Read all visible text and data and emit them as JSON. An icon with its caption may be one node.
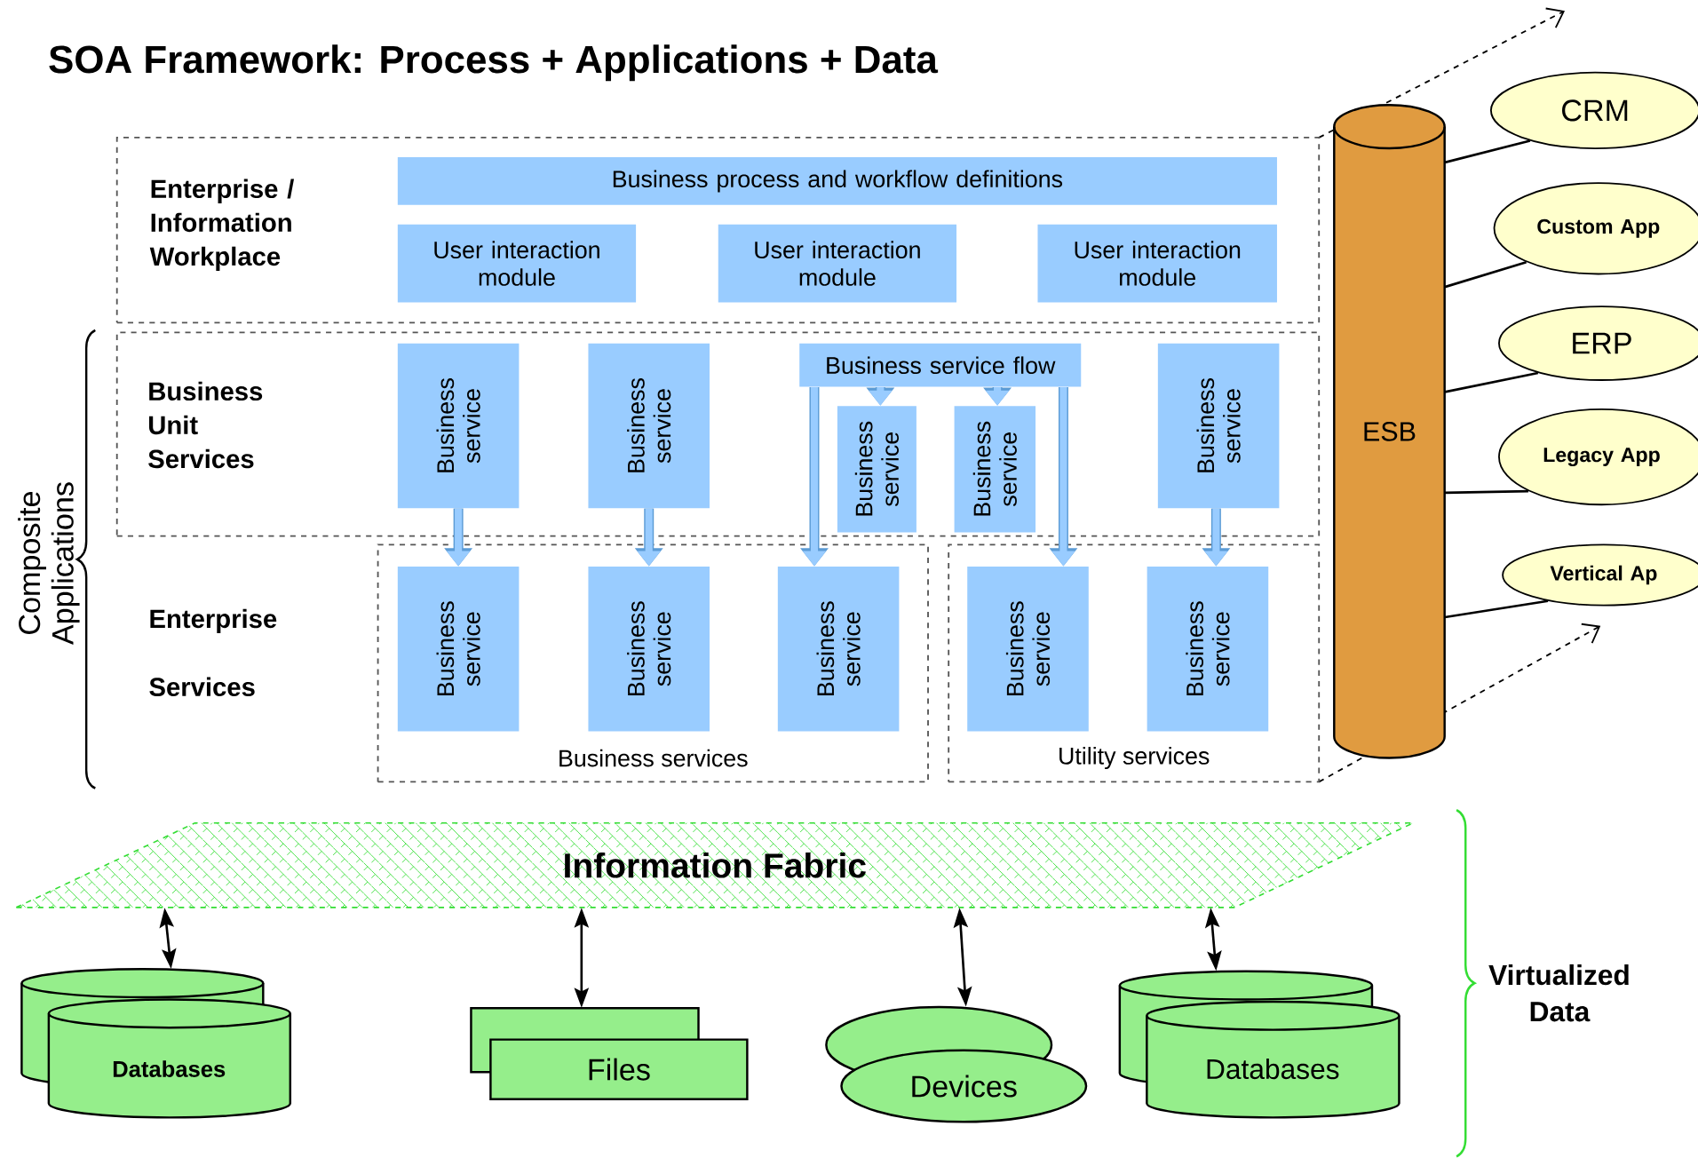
{
  "diagram": {
    "title": "SOA Framework: Process + Applications + Data",
    "nodes": [
      {
        "text": [
          "Enterprise / Information Workplace"
        ]
      },
      {
        "text": [
          "Business process and workflow definitions"
        ],
        "in": 0
      },
      {
        "text": [
          "User interaction module"
        ],
        "in": 0
      },
      {
        "text": [
          "User interaction module"
        ],
        "in": 0
      },
      {
        "text": [
          "User interaction module"
        ],
        "in": 0
      },
      {
        "text": [
          "Business Unit Services"
        ]
      },
      {
        "text": [
          "Business service"
        ],
        "in": 5
      },
      {
        "text": [
          "Business service"
        ],
        "in": 5
      },
      {
        "text": [
          "Business service flow"
        ],
        "in": 5
      },
      {
        "text": [
          "Business service"
        ],
        "in": 5
      },
      {
        "text": [
          "Business service"
        ],
        "in": 5
      },
      {
        "text": [
          "Business service"
        ],
        "in": 5
      },
      {
        "text": [
          "Business services"
        ]
      },
      {
        "text": [
          "Business service"
        ],
        "in": 12
      },
      {
        "text": [
          "Business service"
        ],
        "in": 12
      },
      {
        "text": [
          "Business service"
        ],
        "in": 12
      },
      {
        "text": [
          "Utility services"
        ]
      },
      {
        "text": [
          "Business service"
        ],
        "in": 16
      },
      {
        "text": [
          "Business service"
        ],
        "in": 16
      },
      {
        "text": [
          "ESB"
        ]
      },
      {
        "text": [
          "CRM"
        ]
      },
      {
        "text": [
          "Custom App"
        ]
      },
      {
        "text": [
          "ERP"
        ]
      },
      {
        "text": [
          "Legacy App"
        ]
      },
      {
        "text": [
          "Vertical Ap"
        ]
      },
      {
        "text": [
          "Information Fabric"
        ]
      },
      {
        "text": [
          "Databases"
        ]
      },
      {
        "text": [
          "Files"
        ]
      },
      {
        "text": [
          "Devices"
        ]
      },
      {
        "text": [
          "Databases"
        ]
      }
    ],
    "edges": [
      {
        "from": 6,
        "to": 13,
        "arrow": "to",
        "style": "thick",
        "color": "#99ccff"
      },
      {
        "from": 7,
        "to": 14,
        "arrow": "to",
        "style": "thick",
        "color": "#99ccff"
      },
      {
        "from": 8,
        "to": 15,
        "arrow": "to",
        "style": "thick",
        "color": "#99ccff"
      },
      {
        "from": 8,
        "to": 9,
        "arrow": "to",
        "style": "thick",
        "color": "#99ccff"
      },
      {
        "from": 8,
        "to": 10,
        "arrow": "to",
        "style": "thick",
        "color": "#99ccff"
      },
      {
        "from": 8,
        "to": 17,
        "arrow": "to",
        "style": "thick",
        "color": "#99ccff"
      },
      {
        "from": 11,
        "to": 18,
        "arrow": "to",
        "style": "thick",
        "color": "#99ccff"
      },
      {
        "from": 19,
        "to": 20,
        "arrow": "none"
      },
      {
        "from": 19,
        "to": 21,
        "arrow": "none"
      },
      {
        "from": 19,
        "to": 22,
        "arrow": "none"
      },
      {
        "from": 19,
        "to": 23,
        "arrow": "none"
      },
      {
        "from": 19,
        "to": 24,
        "arrow": "none"
      },
      {
        "from": 25,
        "to": 26,
        "arrow": "both"
      },
      {
        "from": 25,
        "to": 27,
        "arrow": "both"
      },
      {
        "from": 25,
        "to": 28,
        "arrow": "both"
      },
      {
        "from": 25,
        "to": 29,
        "arrow": "both"
      }
    ],
    "labels": [
      "Composite Applications",
      "Enterprise Services",
      "Virtualized Data"
    ]
  }
}
